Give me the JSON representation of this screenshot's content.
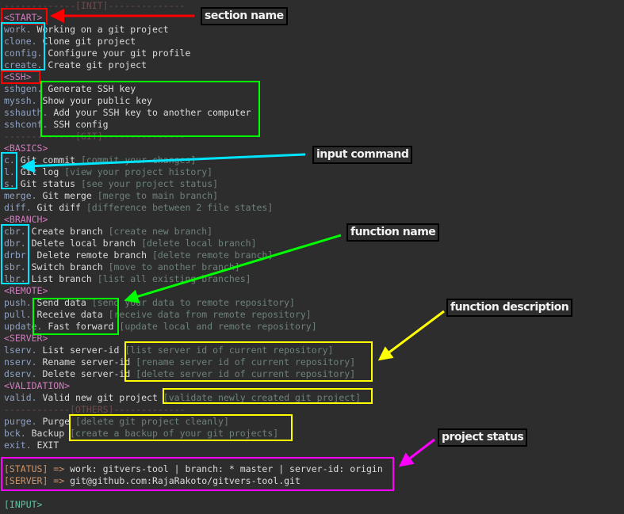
{
  "terminal": {
    "lines": [
      [
        {
          "t": "divider",
          "v": "-------------[INIT]--------------"
        }
      ],
      [
        {
          "t": "section",
          "v": "<START>"
        }
      ],
      [
        {
          "t": "key",
          "v": "work."
        },
        {
          "t": "name",
          "v": " Working on a git project"
        }
      ],
      [
        {
          "t": "key",
          "v": "clone."
        },
        {
          "t": "name",
          "v": " Clone git project"
        }
      ],
      [
        {
          "t": "key",
          "v": "config."
        },
        {
          "t": "name",
          "v": " Configure your git profile"
        }
      ],
      [
        {
          "t": "key",
          "v": "create."
        },
        {
          "t": "name",
          "v": " Create git project"
        }
      ],
      [
        {
          "t": "section",
          "v": "<SSH>"
        }
      ],
      [
        {
          "t": "key",
          "v": "sshgen."
        },
        {
          "t": "name",
          "v": " Generate SSH key"
        }
      ],
      [
        {
          "t": "key",
          "v": "myssh."
        },
        {
          "t": "name",
          "v": " Show your public key"
        }
      ],
      [
        {
          "t": "key",
          "v": "sshauth."
        },
        {
          "t": "name",
          "v": " Add your SSH key to another computer"
        }
      ],
      [
        {
          "t": "key",
          "v": "sshconf."
        },
        {
          "t": "name",
          "v": " SSH config"
        }
      ],
      [
        {
          "t": "divider",
          "v": "-------------[GIT]---------------"
        }
      ],
      [
        {
          "t": "section",
          "v": "<BASICS>"
        }
      ],
      [
        {
          "t": "key",
          "v": "c."
        },
        {
          "t": "name",
          "v": " Git commit "
        },
        {
          "t": "desc",
          "v": "[commit your changes]"
        }
      ],
      [
        {
          "t": "key",
          "v": "l."
        },
        {
          "t": "name",
          "v": " Git log "
        },
        {
          "t": "desc",
          "v": "[view your project history]"
        }
      ],
      [
        {
          "t": "key",
          "v": "s."
        },
        {
          "t": "name",
          "v": " Git status "
        },
        {
          "t": "desc",
          "v": "[see your project status]"
        }
      ],
      [
        {
          "t": "key",
          "v": "merge."
        },
        {
          "t": "name",
          "v": " Git merge "
        },
        {
          "t": "desc",
          "v": "[merge to main branch]"
        }
      ],
      [
        {
          "t": "key",
          "v": "diff."
        },
        {
          "t": "name",
          "v": " Git diff "
        },
        {
          "t": "desc",
          "v": "[difference between 2 file states]"
        }
      ],
      [
        {
          "t": "section",
          "v": "<BRANCH>"
        }
      ],
      [
        {
          "t": "key",
          "v": "cbr."
        },
        {
          "t": "name",
          "v": " Create branch "
        },
        {
          "t": "desc",
          "v": "[create new branch]"
        }
      ],
      [
        {
          "t": "key",
          "v": "dbr."
        },
        {
          "t": "name",
          "v": " Delete local branch "
        },
        {
          "t": "desc",
          "v": "[delete local branch]"
        }
      ],
      [
        {
          "t": "key",
          "v": "drbr."
        },
        {
          "t": "name",
          "v": " Delete remote branch "
        },
        {
          "t": "desc",
          "v": "[delete remote branch]"
        }
      ],
      [
        {
          "t": "key",
          "v": "sbr."
        },
        {
          "t": "name",
          "v": " Switch branch "
        },
        {
          "t": "desc",
          "v": "[move to another branch]"
        }
      ],
      [
        {
          "t": "key",
          "v": "lbr."
        },
        {
          "t": "name",
          "v": " List branch "
        },
        {
          "t": "desc",
          "v": "[list all existing branches]"
        }
      ],
      [
        {
          "t": "section",
          "v": "<REMOTE>"
        }
      ],
      [
        {
          "t": "key",
          "v": "push."
        },
        {
          "t": "name",
          "v": " Send data "
        },
        {
          "t": "desc",
          "v": "[send your data to remote repository]"
        }
      ],
      [
        {
          "t": "key",
          "v": "pull."
        },
        {
          "t": "name",
          "v": " Receive data "
        },
        {
          "t": "desc",
          "v": "[receive data from remote repository]"
        }
      ],
      [
        {
          "t": "key",
          "v": "update."
        },
        {
          "t": "name",
          "v": " Fast forward "
        },
        {
          "t": "desc",
          "v": "[update local and remote repository]"
        }
      ],
      [
        {
          "t": "section",
          "v": "<SERVER>"
        }
      ],
      [
        {
          "t": "key",
          "v": "lserv."
        },
        {
          "t": "name",
          "v": " List server-id "
        },
        {
          "t": "desc",
          "v": "[list server id of current repository]"
        }
      ],
      [
        {
          "t": "key",
          "v": "nserv."
        },
        {
          "t": "name",
          "v": " Rename server-id "
        },
        {
          "t": "desc",
          "v": "[rename server id of current repository]"
        }
      ],
      [
        {
          "t": "key",
          "v": "dserv."
        },
        {
          "t": "name",
          "v": " Delete server-id "
        },
        {
          "t": "desc",
          "v": "[delete server id of current repository]"
        }
      ],
      [
        {
          "t": "section",
          "v": "<VALIDATION>"
        }
      ],
      [
        {
          "t": "key",
          "v": "valid."
        },
        {
          "t": "name",
          "v": " Valid new git project "
        },
        {
          "t": "desc",
          "v": "[validate newly created git project]"
        }
      ],
      [
        {
          "t": "divider",
          "v": "------------[OTHERS]-------------"
        }
      ],
      [
        {
          "t": "key",
          "v": "purge."
        },
        {
          "t": "name",
          "v": " Purge "
        },
        {
          "t": "desc",
          "v": "[delete git project cleanly]"
        }
      ],
      [
        {
          "t": "key",
          "v": "bck."
        },
        {
          "t": "name",
          "v": " Backup "
        },
        {
          "t": "desc",
          "v": "[create a backup of your git projects]"
        }
      ],
      [
        {
          "t": "key",
          "v": "exit."
        },
        {
          "t": "name",
          "v": " EXIT"
        }
      ],
      [
        {
          "t": "name",
          "v": "---------------------------------------------------------"
        }
      ],
      [
        {
          "t": "slabel",
          "v": "[STATUS] =>"
        },
        {
          "t": "sval",
          "v": " work: gitvers-tool | branch: * master | server-id: origin"
        }
      ],
      [
        {
          "t": "slabel",
          "v": "[SERVER] =>"
        },
        {
          "t": "sval",
          "v": " git@github.com:RajaRakoto/gitvers-tool.git"
        }
      ],
      [],
      [
        {
          "t": "input",
          "v": "[INPUT>"
        }
      ]
    ]
  },
  "annotations": {
    "section_name": "section name",
    "input_command": "input command",
    "function_name": "function name",
    "function_description": "function description",
    "project_status": "project status"
  },
  "colors": {
    "section": "#ff0000",
    "command": "#00e5ff",
    "name": "#00ff00",
    "description": "#ffff00",
    "status": "#ff00ff"
  }
}
